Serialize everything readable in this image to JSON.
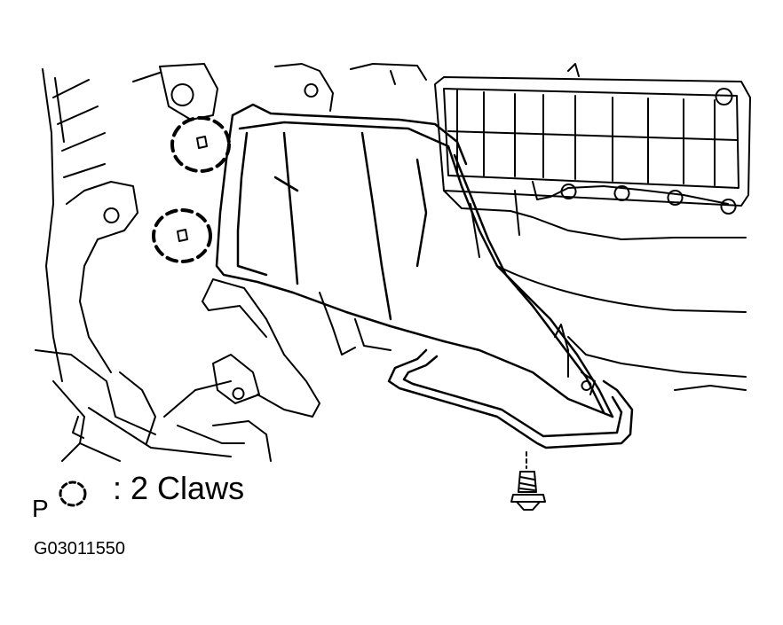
{
  "legend": {
    "marker": "P",
    "colon": ":",
    "text": "2 Claws"
  },
  "figure_id": "G03011550",
  "colors": {
    "ink": "#000000",
    "paper": "#ffffff"
  }
}
